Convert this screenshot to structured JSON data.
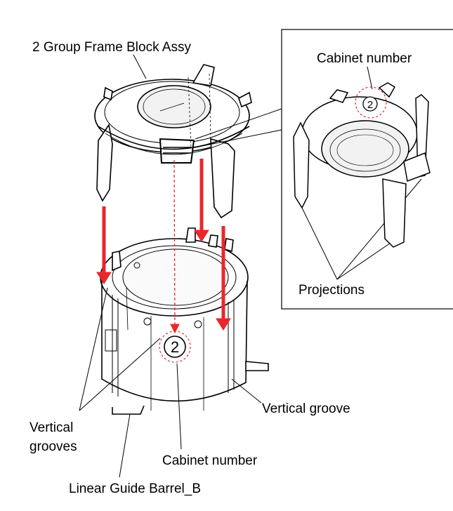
{
  "labels": {
    "frame_block": "2 Group Frame Block Assy",
    "cabinet_number_top": "Cabinet number",
    "projections": "Projections",
    "vertical_groove": "Vertical groove",
    "vertical_grooves_line1": "Vertical",
    "vertical_grooves_line2": "grooves",
    "cabinet_number_bottom": "Cabinet number",
    "linear_guide": "Linear Guide Barrel_B"
  },
  "cabinet_mark": "2",
  "colors": {
    "arrow": "#e8282b",
    "line": "#000000",
    "callout_circle": "#e8282b"
  }
}
